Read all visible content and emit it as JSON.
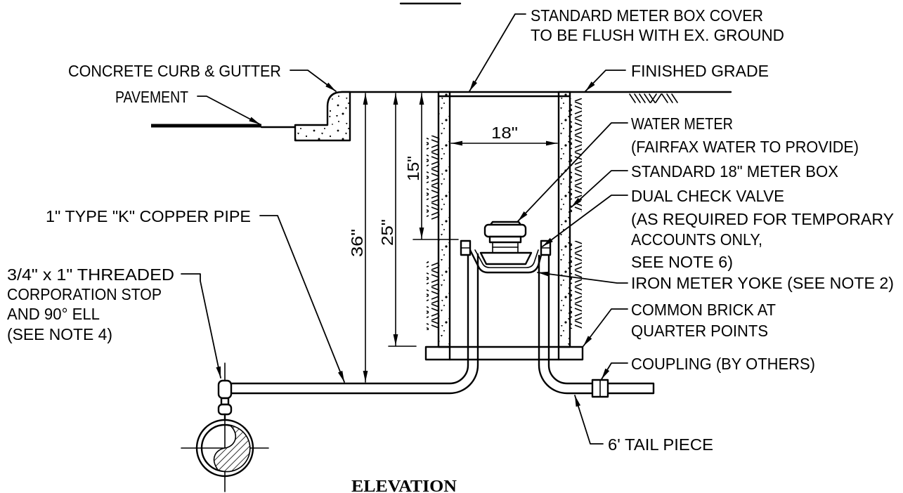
{
  "drawing": {
    "view_title": "ELEVATION",
    "line_color": "#000000",
    "background_color": "#ffffff",
    "dimensions": {
      "box_inside_width": "18\"",
      "cover_depth": "15\"",
      "box_depth": "25\"",
      "pipe_cover_depth": "36\""
    },
    "callouts": {
      "meter_box_cover": [
        "STANDARD METER BOX COVER",
        "TO BE FLUSH WITH EX. GROUND"
      ],
      "curb_gutter": "CONCRETE CURB & GUTTER",
      "finished_grade": "FINISHED GRADE",
      "pavement": "PAVEMENT",
      "water_meter": [
        "WATER METER",
        "(FAIRFAX WATER TO PROVIDE)"
      ],
      "meter_box": "STANDARD 18\" METER BOX",
      "dual_check_valve": [
        "DUAL CHECK VALVE",
        "(AS REQUIRED FOR TEMPORARY",
        "ACCOUNTS ONLY,",
        "SEE NOTE 6)"
      ],
      "meter_yoke": "IRON METER YOKE (SEE NOTE 2)",
      "common_brick": [
        "COMMON BRICK AT",
        "QUARTER POINTS"
      ],
      "coupling": "COUPLING (BY OTHERS)",
      "tail_piece": "6' TAIL PIECE",
      "copper_pipe": "1\" TYPE \"K\" COPPER PIPE",
      "corporation_stop": [
        "3/4\" x 1\" THREADED",
        "CORPORATION STOP",
        "AND 90° ELL",
        "(SEE NOTE 4)"
      ]
    }
  }
}
